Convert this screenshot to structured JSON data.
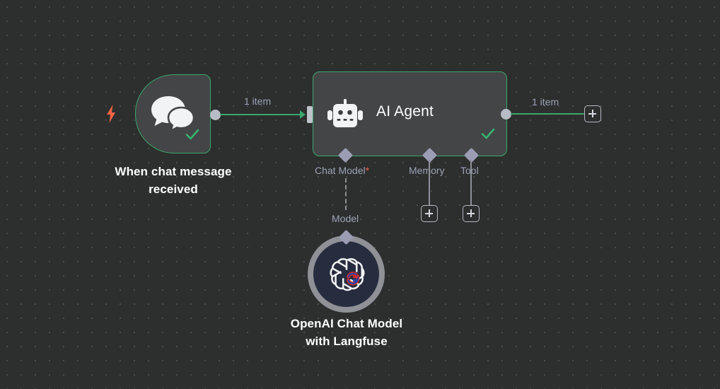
{
  "canvas": {
    "background_color": "#2d2e2e",
    "dot_color": "#4a4b4b",
    "accent_green": "#3aa86f",
    "label_color": "#9ba3b5",
    "required_color": "#f0604a",
    "trigger_bolt_color": "#f26546"
  },
  "nodes": {
    "trigger": {
      "title": "When chat message\nreceived",
      "icon": "chat-bubbles-icon",
      "status": "success",
      "trigger_icon": "lightning-bolt-icon"
    },
    "agent": {
      "label": "AI Agent",
      "title": "",
      "icon": "robot-icon",
      "status": "success"
    },
    "model": {
      "title": "OpenAI Chat Model\nwith Langfuse",
      "icon": "openai-logo-icon"
    }
  },
  "connections": {
    "trigger_to_agent": {
      "label": "1 item"
    },
    "agent_to_next": {
      "label": "1 item"
    }
  },
  "sub_connectors": [
    {
      "name": "chat-model",
      "label": "Chat Model",
      "required": true,
      "required_mark": "*",
      "link_label": "Model",
      "connected": true
    },
    {
      "name": "memory",
      "label": "Memory",
      "required": false,
      "required_mark": "",
      "link_label": "",
      "connected": false
    },
    {
      "name": "tool",
      "label": "Tool",
      "required": false,
      "required_mark": "",
      "link_label": "",
      "connected": false
    }
  ],
  "buttons": {
    "add_main": "+",
    "add_memory": "+",
    "add_tool": "+"
  }
}
